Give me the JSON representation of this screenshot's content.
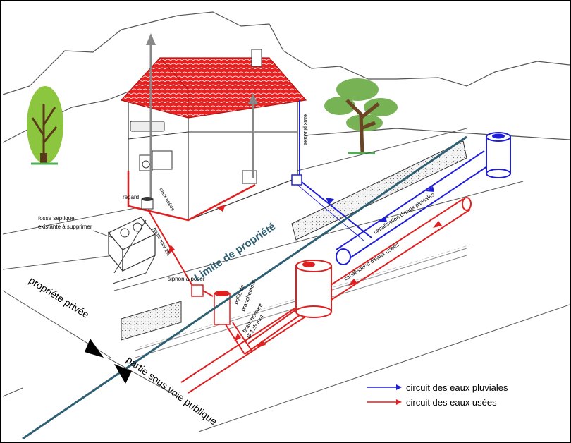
{
  "labels": {
    "eaux_pluviales": "eaux pluviales",
    "eaux_usees": "eaux usées",
    "regard": "regard",
    "fosse_line1": "fosse septique",
    "fosse_line2": "existante à supprimer",
    "pente": "pente mini 2%",
    "siphon": "siphon à poser",
    "limite": "Limite de propriété",
    "boite_line1": "boîte de",
    "boite_line2": "branchement",
    "branchement_line1": "branchement",
    "branchement_line2": "Ø 125 mm",
    "canal_pluviales": "canalisation d'eaux pluviales",
    "canal_usees": "canalisation d'eaux usées",
    "propriete_privee": "propriété privée",
    "partie_publique": "partie sous voie publique"
  },
  "legend": [
    {
      "label": "circuit des eaux pluviales",
      "color": "#1f1fd8"
    },
    {
      "label": "circuit des eaux usées",
      "color": "#e02020"
    }
  ],
  "colors": {
    "rain": "#1f1fd8",
    "waste": "#e02020",
    "property_line": "#2e5f73",
    "roof": "#e82020"
  }
}
